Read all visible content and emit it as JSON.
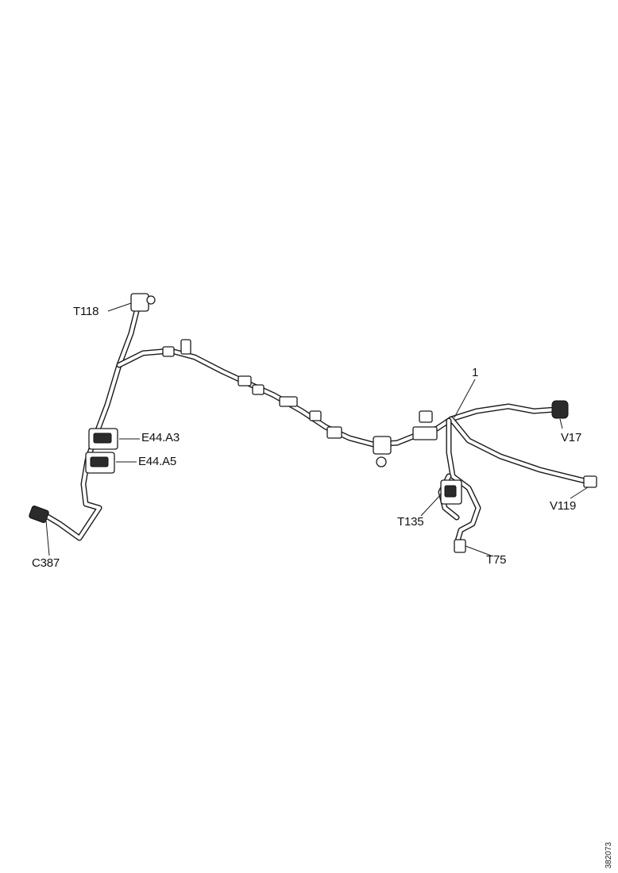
{
  "diagram": {
    "callouts": {
      "t118": "T118",
      "e44_a3": "E44.A3",
      "e44_a5": "E44.A5",
      "c387": "C387",
      "item_1": "1",
      "v17": "V17",
      "v119": "V119",
      "t135": "T135",
      "t75": "T75"
    },
    "figure_id": "382073",
    "colors": {
      "line": "#1a1a1a",
      "background": "#ffffff"
    }
  }
}
